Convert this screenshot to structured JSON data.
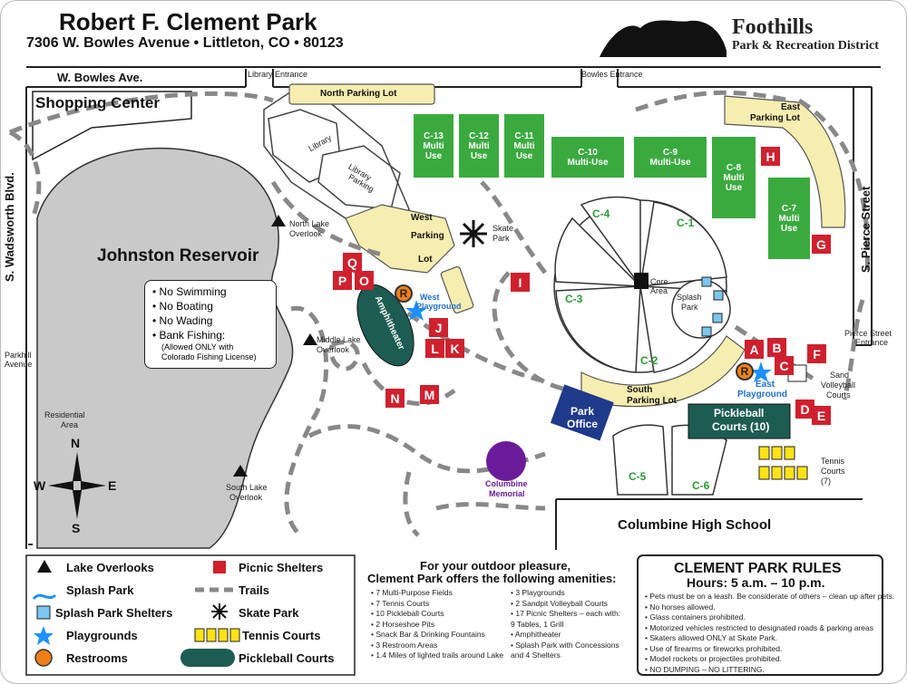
{
  "header": {
    "title": "Robert F. Clement Park",
    "address": "7306 W. Bowles Avenue • Littleton, CO • 80123",
    "brand_name": "Foothills",
    "brand_sub": "Park & Recreation District"
  },
  "roads": {
    "bowles": "W. Bowles Ave.",
    "library_entrance": "Library Entrance",
    "bowles_entrance": "Bowles Entrance",
    "wadsworth": "S. Wadsworth Blvd.",
    "pierce": "S. Pierce Street",
    "pierce_entrance_1": "Pierce Street",
    "pierce_entrance_2": "Entrance",
    "parkhill_1": "Parkhill",
    "parkhill_2": "Avenue"
  },
  "areas": {
    "shopping_center": "Shopping Center",
    "reservoir": "Johnston Reservoir",
    "residential_1": "Residential",
    "residential_2": "Area",
    "library": "Library",
    "library_parking_1": "Library",
    "library_parking_2": "Parking",
    "north_lot": "North Parking Lot",
    "east_lot_1": "East",
    "east_lot_2": "Parking Lot",
    "west_lot_1": "West",
    "west_lot_2": "Parking",
    "west_lot_3": "Lot",
    "south_lot_1": "South",
    "south_lot_2": "Parking Lot",
    "skate_park_1": "Skate",
    "skate_park_2": "Park",
    "core_area_1": "Core",
    "core_area_2": "Area",
    "splash_park_1": "Splash",
    "splash_park_2": "Park",
    "amphitheater": "Amphitheater",
    "west_playground_1": "West",
    "west_playground_2": "Playground",
    "east_playground_1": "East",
    "east_playground_2": "Playground",
    "park_office_1": "Park",
    "park_office_2": "Office",
    "pickleball_1": "Pickleball",
    "pickleball_2": "Courts (10)",
    "columbine_memorial_1": "Columbine",
    "columbine_memorial_2": "Memorial",
    "columbine_hs": "Columbine High School",
    "sand_volleyball_1": "Sand",
    "sand_volleyball_2": "Volleyball",
    "sand_volleyball_3": "Courts",
    "tennis_courts_1": "Tennis",
    "tennis_courts_2": "Courts",
    "tennis_courts_3": "(7)",
    "north_overlook_1": "North Lake",
    "north_overlook_2": "Overlook",
    "middle_overlook_1": "Middle Lake",
    "middle_overlook_2": "Overlook",
    "south_overlook_1": "South Lake",
    "south_overlook_2": "Overlook"
  },
  "fields": {
    "c13": [
      "C-13",
      "Multi",
      "Use"
    ],
    "c12": [
      "C-12",
      "Multi",
      "Use"
    ],
    "c11": [
      "C-11",
      "Multi",
      "Use"
    ],
    "c10": [
      "C-10",
      "Multi-Use"
    ],
    "c9": [
      "C-9",
      "Multi-Use"
    ],
    "c8": [
      "C-8",
      "Multi",
      "Use"
    ],
    "c7": [
      "C-7",
      "Multi",
      "Use"
    ],
    "diamonds": [
      "C-1",
      "C-2",
      "C-3",
      "C-4",
      "C-5",
      "C-6"
    ]
  },
  "shelters": [
    "A",
    "B",
    "C",
    "D",
    "E",
    "F",
    "G",
    "H",
    "I",
    "J",
    "K",
    "L",
    "M",
    "N",
    "O",
    "P",
    "Q"
  ],
  "restroom_letter": "R",
  "reservoir_rules": {
    "r1": "• No Swimming",
    "r2": "• No Boating",
    "r3": "• No Wading",
    "r4": "• Bank Fishing:",
    "r4a": "(Allowed ONLY with",
    "r4b": "Colorado Fishing License)"
  },
  "compass": {
    "n": "N",
    "s": "S",
    "e": "E",
    "w": "W"
  },
  "legend": {
    "overlooks": "Lake Overlooks",
    "splash_park": "Splash Park",
    "splash_shelters": "Splash Park Shelters",
    "playgrounds": "Playgrounds",
    "restrooms": "Restrooms",
    "picnic": "Picnic Shelters",
    "trails": "Trails",
    "skate": "Skate Park",
    "tennis": "Tennis Courts",
    "pickleball": "Pickleball Courts"
  },
  "amenities": {
    "title_1": "For your outdoor pleasure,",
    "title_2": "Clement Park offers the following amenities:",
    "col1": [
      "• 7 Multi-Purpose Fields",
      "• 7 Tennis Courts",
      "• 10 Pickleball Courts",
      "• 2 Horseshoe Pits",
      "• Snack Bar & Drinking Fountains",
      "• 3 Restroom Areas",
      "• 1.4 Miles of lighted trails around Lake"
    ],
    "col2": [
      "• 3 Playgrounds",
      "• 2 Sandpit Volleyball Courts",
      "• 17 Picnic Shelters – each with:",
      "   9 Tables, 1 Grill",
      "• Amphitheater",
      "• Splash Park with Concessions",
      "   and 4 Shelters"
    ]
  },
  "park_rules": {
    "title": "CLEMENT PARK RULES",
    "hours": "Hours: 5 a.m. – 10 p.m.",
    "items": [
      "• Pets must be on a leash. Be considerate of others – clean up after pets.",
      "• No horses allowed.",
      "• Glass containers prohibited.",
      "• Motorized vehicles restricted to designated roads & parking areas",
      "• Skaters allowed ONLY at Skate Park.",
      "• Use of firearms or fireworks prohibited.",
      "• Model rockets or projectiles prohibited.",
      "• NO DUMPING – NO LITTERING."
    ]
  },
  "colors": {
    "field": "#3aaa3f",
    "shelter": "#d0202e",
    "lot": "#f6eeb0",
    "lake": "#c9c9c9",
    "pickleball": "#1d5c52",
    "office": "#1f3a8a",
    "memorial": "#6a1b9a",
    "playground": "#1e90ff",
    "restroom": "#f07f19"
  }
}
